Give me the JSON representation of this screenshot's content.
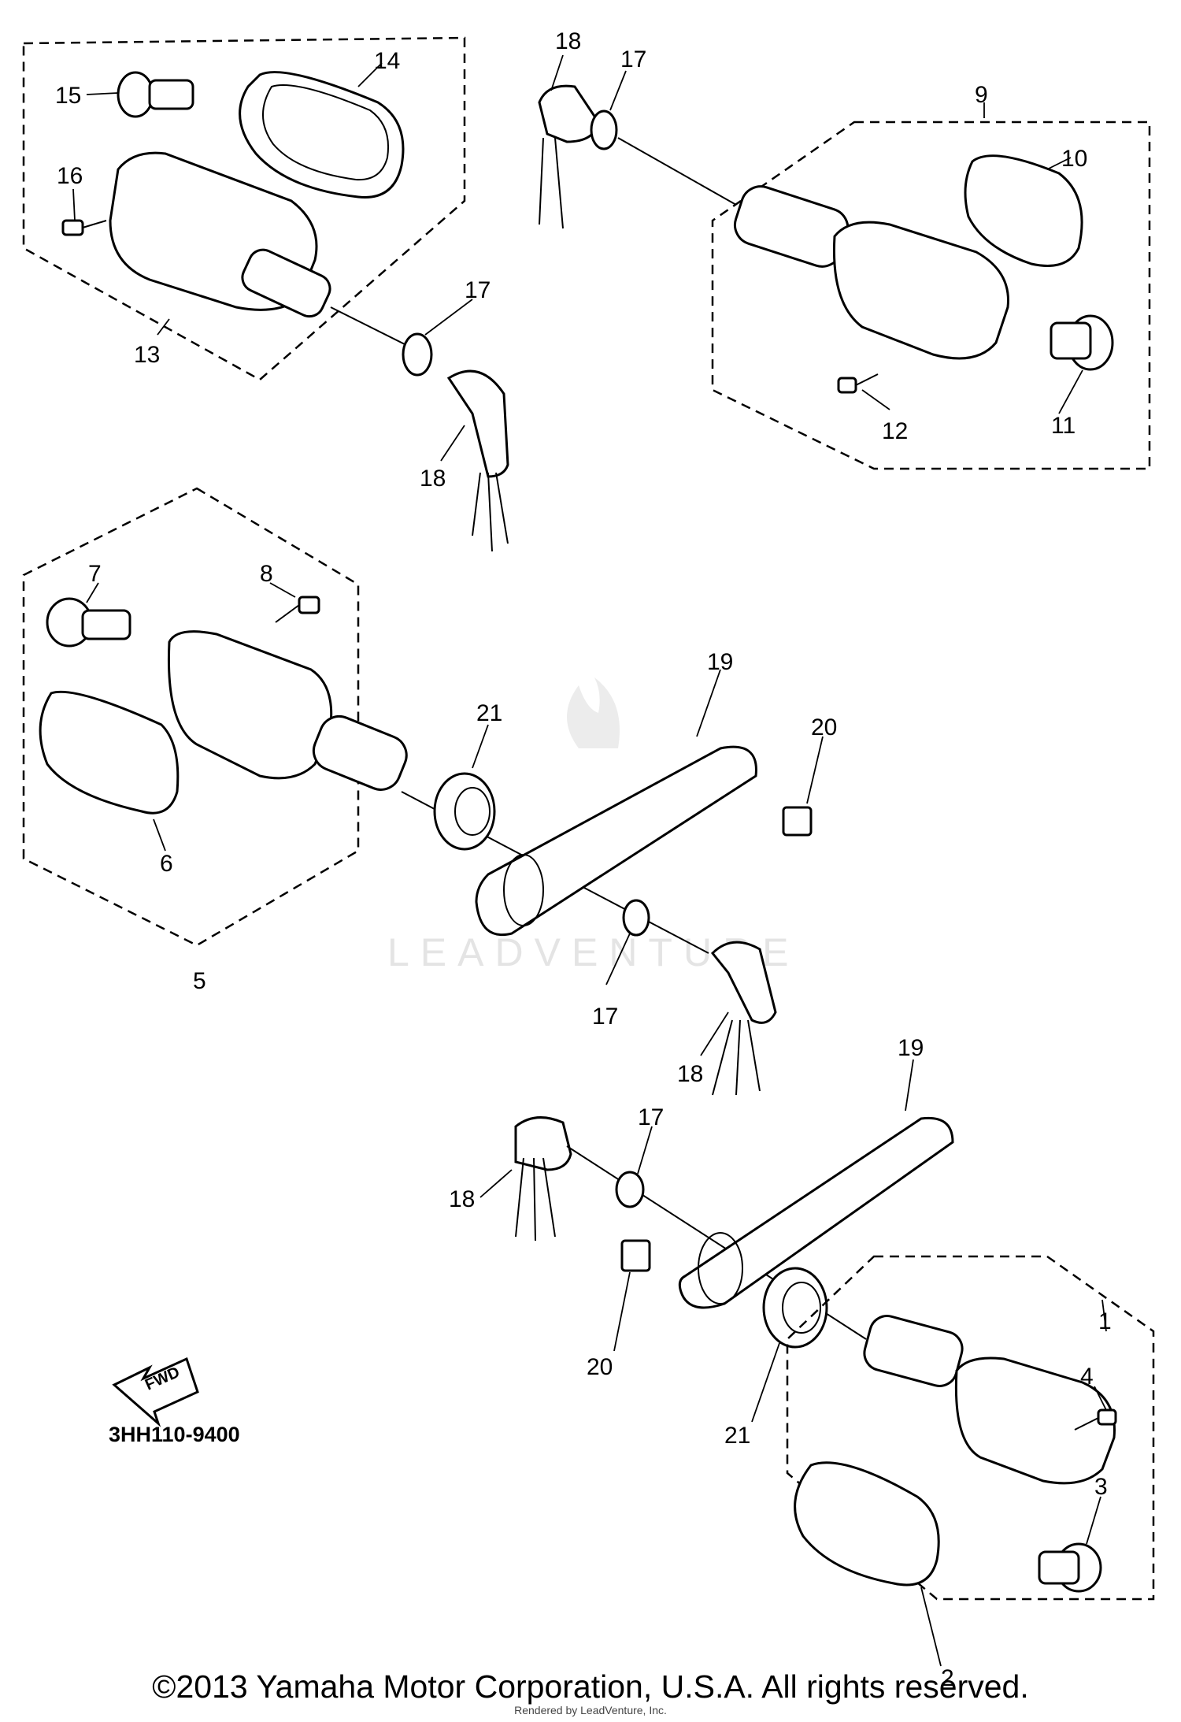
{
  "callouts": [
    {
      "id": "c1",
      "text": "1"
    },
    {
      "id": "c2",
      "text": "2"
    },
    {
      "id": "c3",
      "text": "3"
    },
    {
      "id": "c4",
      "text": "4"
    },
    {
      "id": "c5",
      "text": "5"
    },
    {
      "id": "c6",
      "text": "6"
    },
    {
      "id": "c7",
      "text": "7"
    },
    {
      "id": "c8",
      "text": "8"
    },
    {
      "id": "c9",
      "text": "9"
    },
    {
      "id": "c10",
      "text": "10"
    },
    {
      "id": "c11",
      "text": "11"
    },
    {
      "id": "c12",
      "text": "12"
    },
    {
      "id": "c13",
      "text": "13"
    },
    {
      "id": "c14",
      "text": "14"
    },
    {
      "id": "c15",
      "text": "15"
    },
    {
      "id": "c16",
      "text": "16"
    },
    {
      "id": "c17a",
      "text": "17"
    },
    {
      "id": "c17b",
      "text": "17"
    },
    {
      "id": "c17c",
      "text": "17"
    },
    {
      "id": "c17d",
      "text": "17"
    },
    {
      "id": "c18a",
      "text": "18"
    },
    {
      "id": "c18b",
      "text": "18"
    },
    {
      "id": "c18c",
      "text": "18"
    },
    {
      "id": "c18d",
      "text": "18"
    },
    {
      "id": "c19a",
      "text": "19"
    },
    {
      "id": "c19b",
      "text": "19"
    },
    {
      "id": "c20a",
      "text": "20"
    },
    {
      "id": "c20b",
      "text": "20"
    },
    {
      "id": "c21a",
      "text": "21"
    },
    {
      "id": "c21b",
      "text": "21"
    }
  ],
  "diagram_code": "3HH110-9400",
  "fwd_label": "FWD",
  "watermark": "LEADVENTURE",
  "copyright": "©2013 Yamaha Motor Corporation, U.S.A. All rights reserved.",
  "rendered_by": "Rendered by LeadVenture, Inc."
}
